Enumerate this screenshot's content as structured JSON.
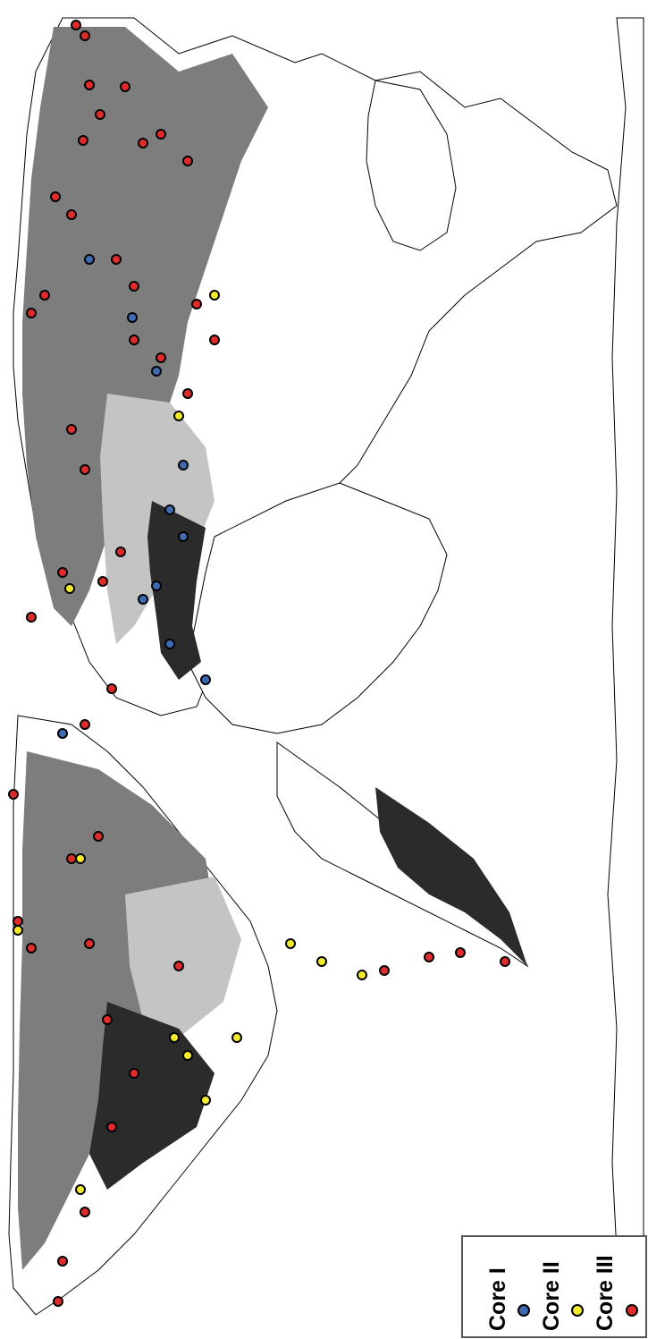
{
  "legend": {
    "items": [
      {
        "label": "Core I",
        "color": "#3d6bb3"
      },
      {
        "label": "Core II",
        "color": "#f2ea2a"
      },
      {
        "label": "Core III",
        "color": "#e02b2b"
      }
    ]
  },
  "regions": {
    "core_i": "#2b2b2b",
    "core_ii": "#c4c4c4",
    "core_iii": "#7d7d7d",
    "secondary": "#a8a8a8"
  }
}
